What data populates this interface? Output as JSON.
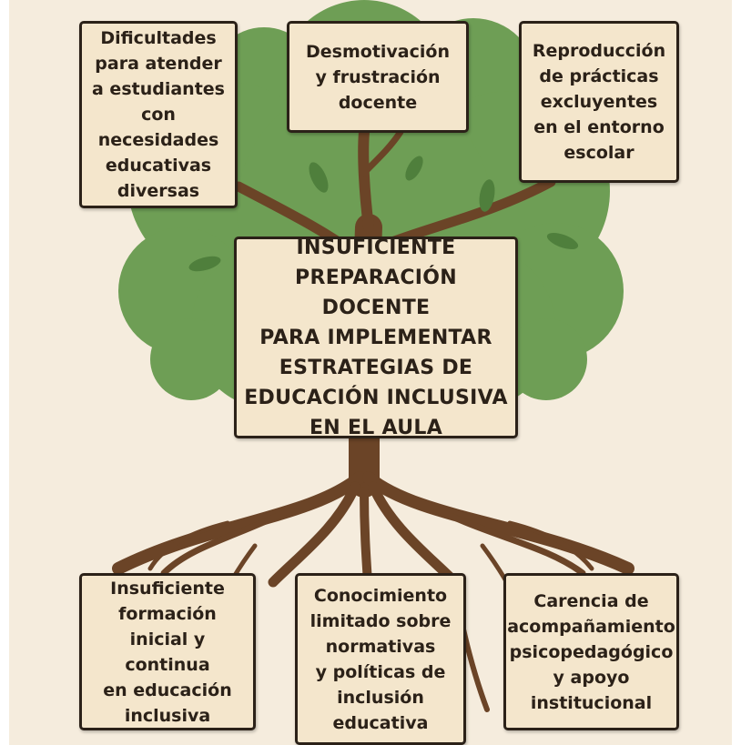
{
  "diagram": {
    "center": {
      "text": "INSUFICIENTE\nPREPARACIÓN DOCENTE\nPARA IMPLEMENTAR\nESTRATEGIAS DE\nEDUCACIÓN INCLUSIVA\nEN EL AULA"
    },
    "effects": [
      {
        "text": "Dificultades\npara atender\na estudiantes\ncon necesidades\neducativas\ndiversas"
      },
      {
        "text": "Desmotivación\ny frustración\ndocente"
      },
      {
        "text": "Reproducción\nde prácticas\nexcluyentes\nen el entorno\nescolar"
      }
    ],
    "causes": [
      {
        "text": "Insuficiente\nformación\ninicial y continua\nen educación\ninclusiva"
      },
      {
        "text": "Conocimiento\nlimitado sobre\nnormativas\ny políticas de\ninclusión\neducativa"
      },
      {
        "text": "Carencia de\nacompañamiento\npsicopedagógico\ny apoyo\ninstitucional"
      }
    ],
    "colors": {
      "background": "#f5ecdd",
      "foliage": "#6e9e55",
      "leaf": "#4f7f3c",
      "trunk": "#6b4427",
      "box_fill": "#f4e6cc",
      "box_border": "#2b2118"
    }
  }
}
